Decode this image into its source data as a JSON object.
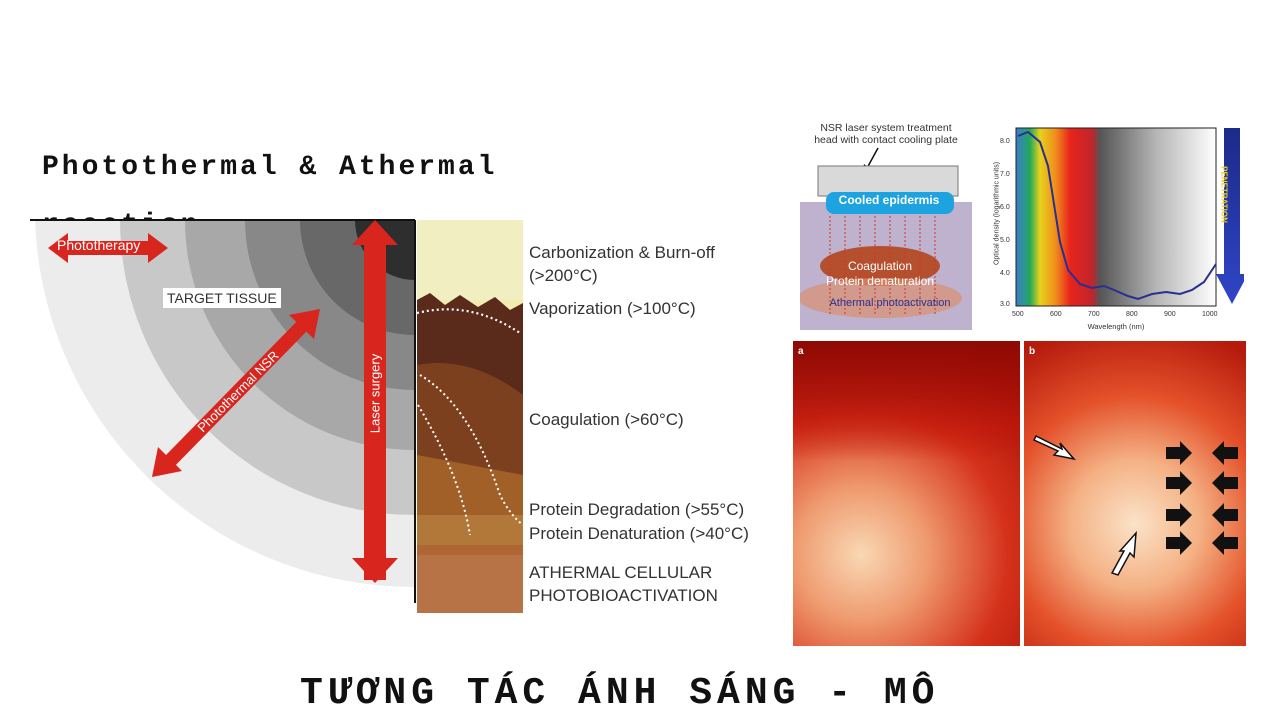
{
  "title": {
    "line1": "Photothermal & Athermal",
    "line2": "reaction"
  },
  "footer_title": "TƯƠNG TÁC ÁNH SÁNG - MÔ",
  "diagram": {
    "phototherapy": "Phototherapy",
    "target_tissue": "TARGET TISSUE",
    "photothermal_nsr": "Photothermal NSR",
    "laser_surgery": "Laser surgery",
    "levels": [
      "Carbonization & Burn-off",
      "(>200°C)",
      "Vaporization (>100°C)",
      "Coagulation (>60°C)",
      "Protein Degradation (>55°C)",
      "Protein Denaturation (>40°C)",
      "ATHERMAL CELLULAR",
      "PHOTOBIOACTIVATION"
    ]
  },
  "nsr_panel": {
    "caption_line1": "NSR laser system treatment",
    "caption_line2": "head with contact cooling plate",
    "cooled": "Cooled epidermis",
    "coagulation": "Coagulation",
    "protein": "Protein denaturation",
    "athermal": "Athermal photoactivation"
  },
  "spectrum": {
    "ylabel": "Optical density (logarithmic units)",
    "xlabel": "Wavelength (nm)",
    "yticks": [
      "8.0",
      "7.0",
      "6.0",
      "5.0",
      "4.0",
      "3.0"
    ],
    "xticks": [
      "500",
      "600",
      "700",
      "800",
      "900",
      "1000"
    ],
    "penetration": "PENETRATION"
  },
  "photos": {
    "a": "a",
    "b": "b"
  },
  "colors": {
    "arrow_red": "#d8261f",
    "navy": "#2a2f8f"
  }
}
